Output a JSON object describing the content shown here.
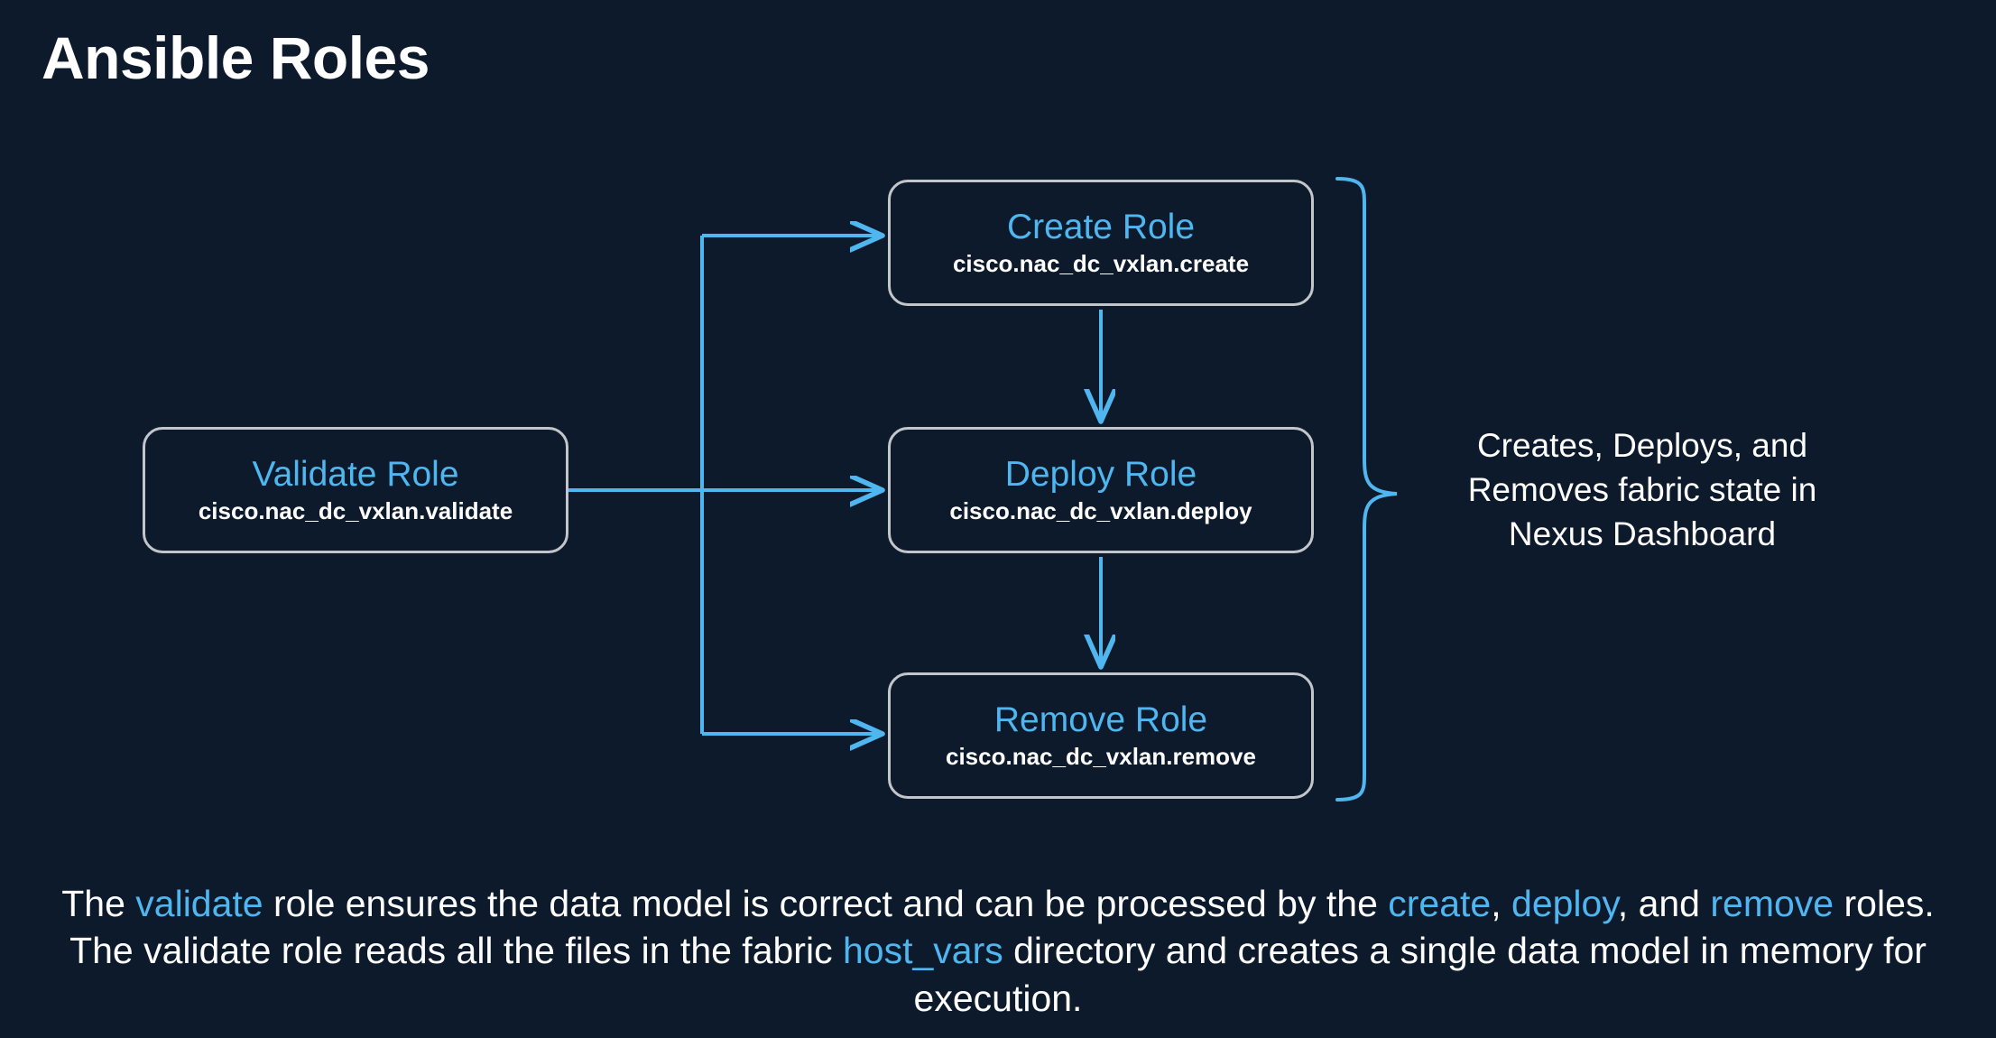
{
  "slide": {
    "title": "Ansible Roles",
    "background_color": "#0c1a2c",
    "accent_color": "#4fb6f0",
    "box_border_color": "#c2c6ca",
    "text_color": "#ffffff"
  },
  "diagram": {
    "boxes": [
      {
        "id": "validate",
        "title": "Validate Role",
        "fqcn": "cisco.nac_dc_vxlan.validate"
      },
      {
        "id": "create",
        "title": "Create Role",
        "fqcn": "cisco.nac_dc_vxlan.create"
      },
      {
        "id": "deploy",
        "title": "Deploy Role",
        "fqcn": "cisco.nac_dc_vxlan.deploy"
      },
      {
        "id": "remove",
        "title": "Remove Role",
        "fqcn": "cisco.nac_dc_vxlan.remove"
      }
    ],
    "brace_caption": {
      "line1": "Creates, Deploys, and",
      "line2": "Removes fabric state in",
      "line3": "Nexus Dashboard"
    },
    "connections": [
      {
        "from": "validate",
        "to": "create",
        "style": "elbow-arrow"
      },
      {
        "from": "validate",
        "to": "deploy",
        "style": "straight-arrow"
      },
      {
        "from": "validate",
        "to": "remove",
        "style": "elbow-arrow"
      },
      {
        "from": "create",
        "to": "deploy",
        "style": "vertical-arrow"
      },
      {
        "from": "deploy",
        "to": "remove",
        "style": "vertical-arrow"
      }
    ]
  },
  "bottom_paragraph": {
    "seg1": "The ",
    "kw1": "validate",
    "seg2": " role ensures the data model is correct and can be processed by the ",
    "kw2": "create",
    "seg3": ", ",
    "kw3": "deploy",
    "seg4": ", and ",
    "kw4": "remove",
    "seg5": " roles. The validate role reads all the files in the fabric ",
    "kw5": "host_vars",
    "seg6": " directory and creates a single data model in memory for execution."
  }
}
